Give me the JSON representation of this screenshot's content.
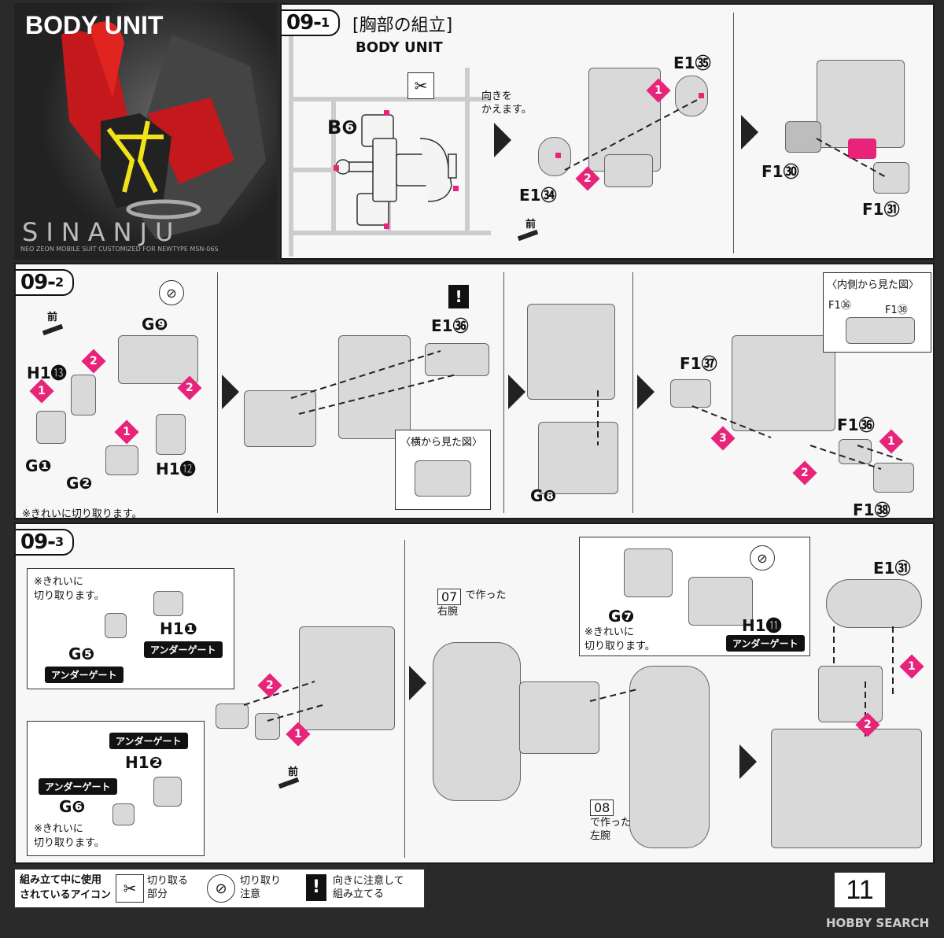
{
  "hero": {
    "title": "BODY UNIT",
    "logo": "SINANJU",
    "subline": "NEO ZEON MOBILE SUIT CUSTOMIZED FOR NEWTYPE MSN-06S"
  },
  "steps": {
    "s1": {
      "tag": "09-",
      "sub": "1",
      "heading": "[胸部の組立]",
      "unit": "BODY UNIT"
    },
    "s2": {
      "tag": "09-",
      "sub": "2"
    },
    "s3": {
      "tag": "09-",
      "sub": "3"
    }
  },
  "s1": {
    "b6": "B❻",
    "turn_note": "向きを\nかえます。",
    "front": "前",
    "e35": "E1㉟",
    "e34": "E1㉞",
    "f30": "F1㉚",
    "f31": "F1㉛"
  },
  "s2": {
    "front": "前",
    "g9": "G❾",
    "h13": "H1⓭",
    "h12": "H1⓬",
    "g1": "G❶",
    "g2": "G❷",
    "clean_cut": "※きれいに切り取ります。",
    "e36": "E1㊱",
    "side_view": "〈横から見た図〉",
    "g8": "G❽",
    "f37": "F1㊲",
    "f36": "F1㊱",
    "f38": "F1㊳",
    "inside_view": "〈内側から見た図〉",
    "inside_f36": "F1㊱",
    "inside_f38": "F1㊳"
  },
  "s3": {
    "clean_cut_1": "※きれいに\n切り取ります。",
    "h1": "H1❶",
    "g5": "G❺",
    "under_gate": "アンダーゲート",
    "h2": "H1❷",
    "g6": "G❻",
    "clean_cut_2": "※きれいに\n切り取ります。",
    "front": "前",
    "made07_num": "07",
    "made07_text": "で作った\n右腕",
    "made08_num": "08",
    "made08_text": "で作った\n左腕",
    "g7": "G❼",
    "clean_cut_3": "※きれいに\n切り取ります。",
    "h11": "H1⓫",
    "e31": "E1㉛"
  },
  "legend": {
    "title": "組み立て中に使用\nされているアイコン",
    "cut": "切り取る\n部分",
    "nocut": "切り取り\n注意",
    "direction": "向きに注意して\n組み立てる"
  },
  "page_number": "11",
  "watermark": "HOBBY SEARCH",
  "colors": {
    "accent": "#e8247a",
    "panel": "#f7f7f7",
    "frame": "#2a2a2a"
  }
}
